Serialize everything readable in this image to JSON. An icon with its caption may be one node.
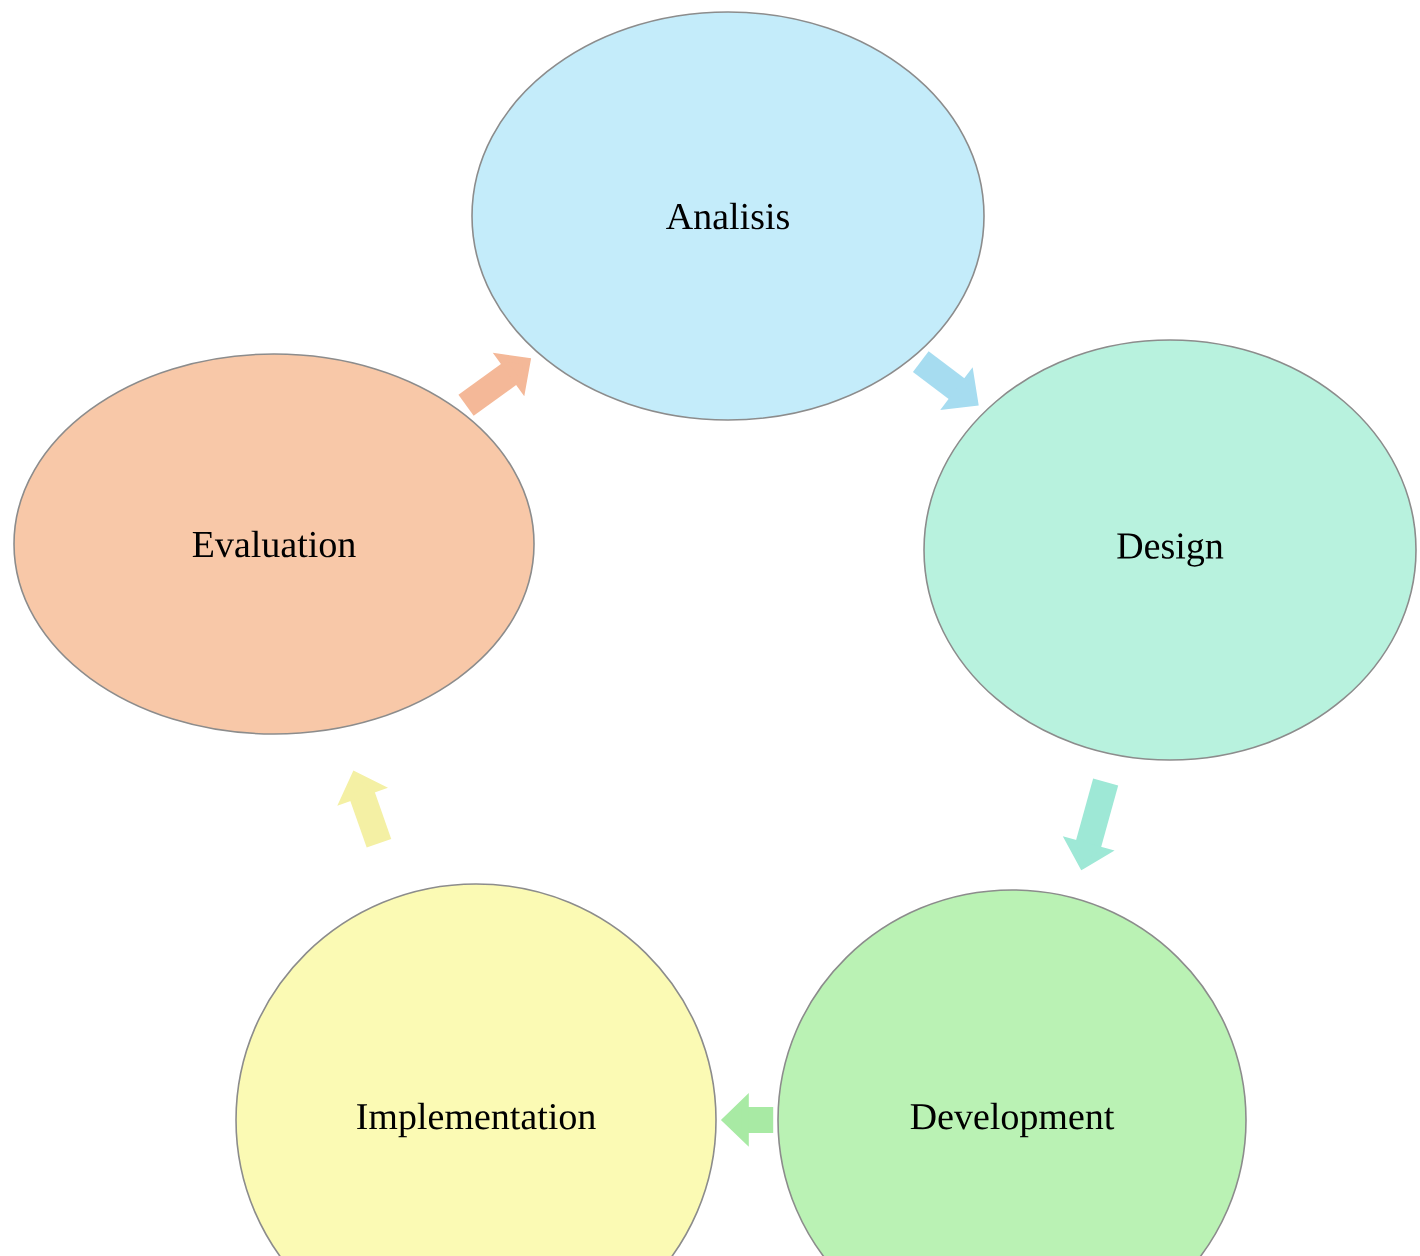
{
  "diagram": {
    "nodes": [
      {
        "text": [
          "Analisis"
        ]
      },
      {
        "text": [
          "Design"
        ]
      },
      {
        "text": [
          "Development"
        ]
      },
      {
        "text": [
          "Implementation"
        ]
      },
      {
        "text": [
          "Evaluation"
        ]
      }
    ],
    "edges": [
      {
        "from": 0,
        "to": 1,
        "arrow": "to",
        "color": "#a6dcf0"
      },
      {
        "from": 1,
        "to": 2,
        "arrow": "to",
        "color": "#9ee8d6"
      },
      {
        "from": 2,
        "to": 3,
        "arrow": "to",
        "color": "#a8eaa4"
      },
      {
        "from": 3,
        "to": 4,
        "arrow": "to",
        "color": "#f4f0a4"
      },
      {
        "from": 4,
        "to": 0,
        "arrow": "to",
        "color": "#f4b898"
      }
    ]
  }
}
